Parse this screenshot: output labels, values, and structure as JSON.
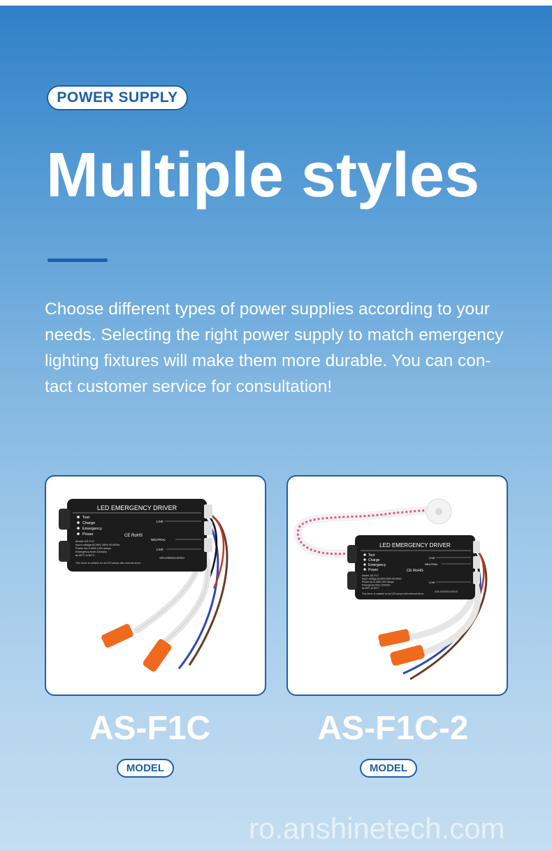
{
  "header": {
    "badge_label": "POWER SUPPLY",
    "title": "Multiple styles",
    "description": "Choose different types of power supplies according to your needs. Selecting the right power supply to match emergency lighting fixtures will make them more durable. You can con-tact customer service for consultation!"
  },
  "products": [
    {
      "model": "AS-F1C",
      "model_badge": "MODEL",
      "device": {
        "label_title": "LED EMERGENCY DRIVER",
        "indicators": [
          "Test",
          "Charge",
          "Emergency",
          "Power"
        ],
        "spec_lines": [
          "Model: AS-F1C",
          "Input voltage:AC85V-265V 50-60Hz",
          "Power for:3-30W LED lamps",
          "Emergency time:120mins",
          "ta:45°C  tc:60°C"
        ],
        "terminals": [
          "LIVE",
          "NEUTRAL",
          "LIVE"
        ],
        "wire_colors_text": [
          "Brown",
          "Blue",
          "Red",
          "Black",
          "Red",
          "Black"
        ],
        "footer_note": "This driver is suitable for all LED lamps with external driver.",
        "serial": "S/N:2009201S0011",
        "cert": "CE RoHS"
      }
    },
    {
      "model": "AS-F1C-2",
      "model_badge": "MODEL",
      "device": {
        "label_title": "LED EMERGENCY DRIVER",
        "indicators": [
          "Test",
          "Charge",
          "Emergency",
          "Power"
        ],
        "spec_lines": [
          "Model: AS-F1C",
          "Input voltage:AC85V-265V 50-60Hz",
          "Power for:3-30W LED lamps",
          "Emergency time:120mins",
          "ta:45°C  tc:60°C"
        ],
        "terminals": [
          "LIVE",
          "NEUTRAL",
          "LIVE"
        ],
        "wire_colors_text": [
          "Brown",
          "Blue",
          "Red",
          "Black",
          "Red",
          "Black"
        ],
        "footer_note": "This driver is suitable for all LED lamps with external driver.",
        "serial": "S/N:2009201S0015",
        "cert": "CE RoHS"
      }
    }
  ],
  "watermark": "ro.anshinetech.com",
  "colors": {
    "accent": "#1d5fa6",
    "divider": "#1f5fa9",
    "connector": "#f06a1e",
    "wire_brown": "#6b3a2a",
    "wire_blue": "#2a49b8",
    "device_body": "#1c1c1c"
  }
}
